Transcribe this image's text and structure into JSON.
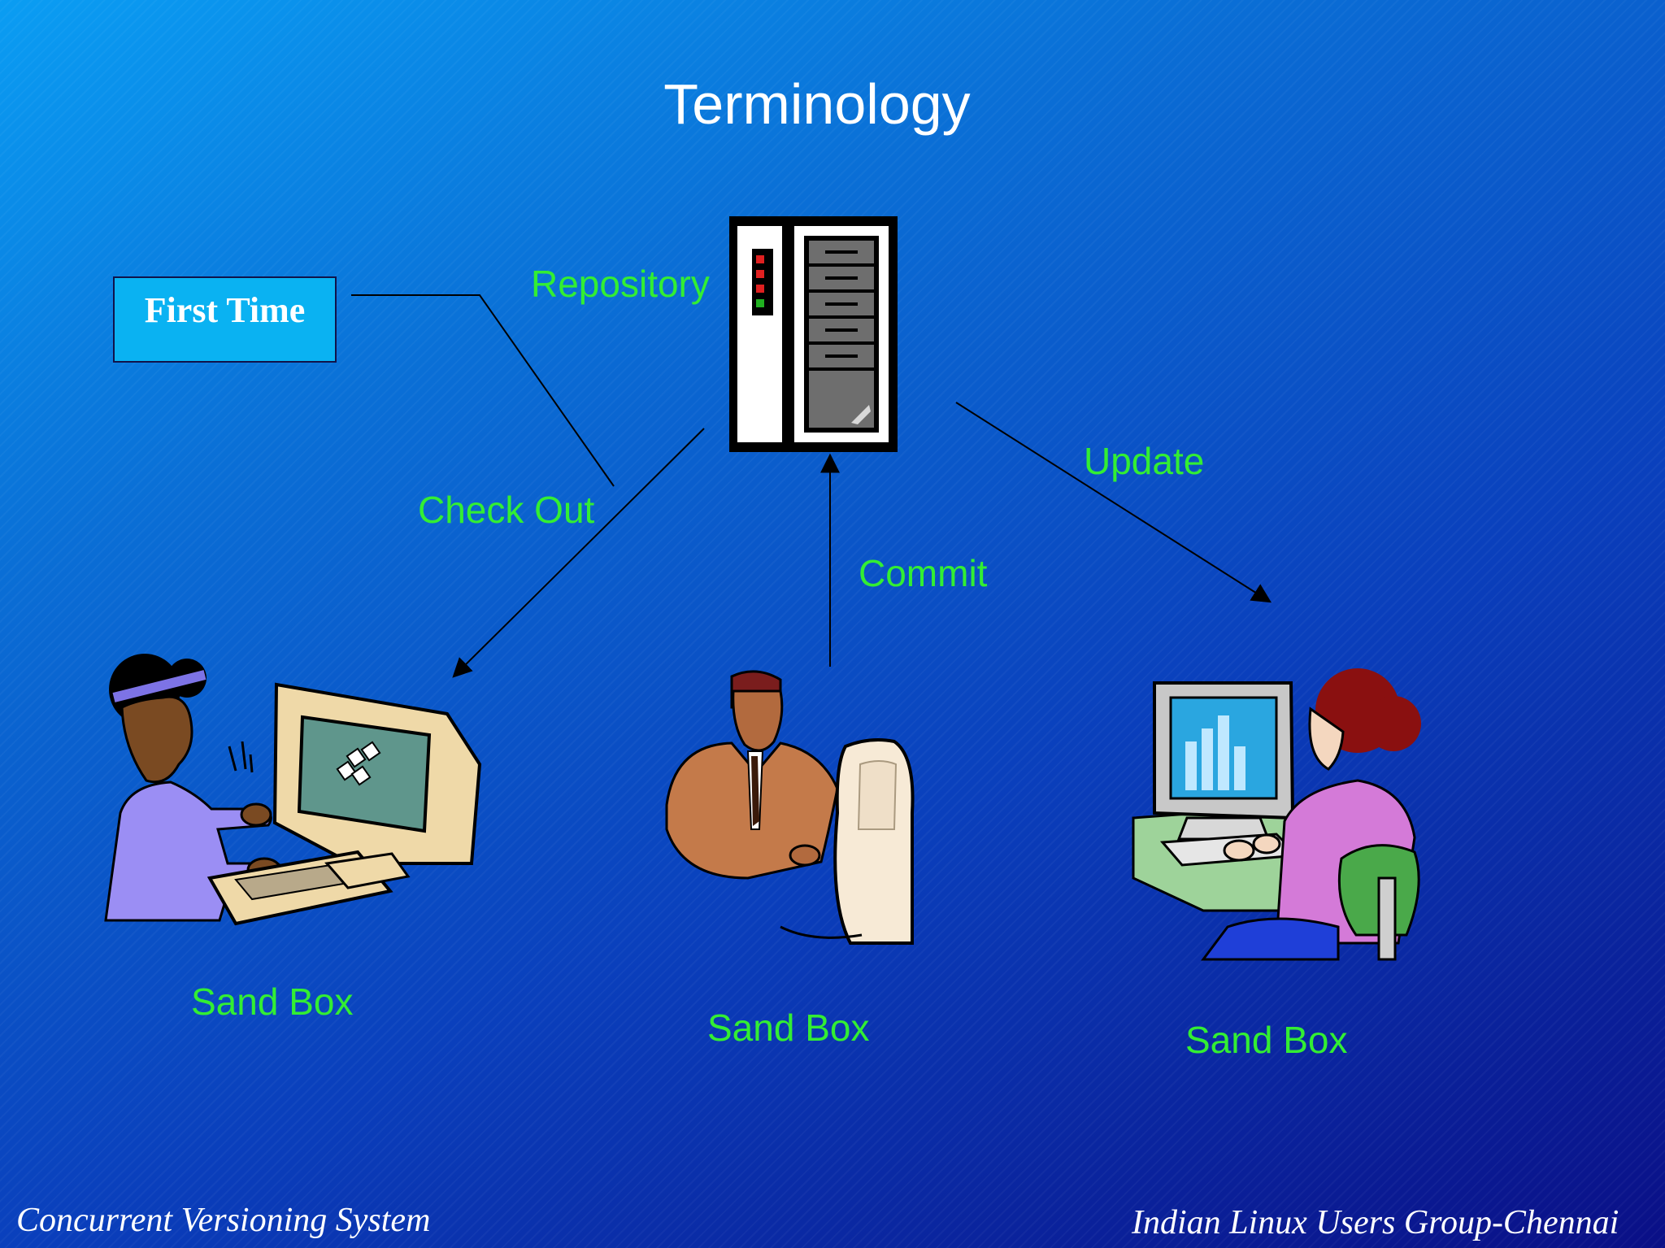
{
  "slide": {
    "title": "Terminology",
    "first_time_box": "First Time",
    "repository_label": "Repository",
    "checkout_label": "Check Out",
    "commit_label": "Commit",
    "update_label": "Update",
    "sandboxes": [
      "Sand Box",
      "Sand Box",
      "Sand Box"
    ],
    "footer_left": "Concurrent Versioning System",
    "footer_right": "Indian Linux Users Group-Chennai"
  },
  "colors": {
    "background_top": "#0a9df3",
    "background_bottom": "#0a0f86",
    "label_green": "#33ee33",
    "box_fill": "#0ab2f2",
    "text_white": "#ffffff"
  },
  "icons": [
    "server-icon",
    "user-at-computer-left",
    "user-at-computer-center",
    "user-at-computer-right"
  ]
}
